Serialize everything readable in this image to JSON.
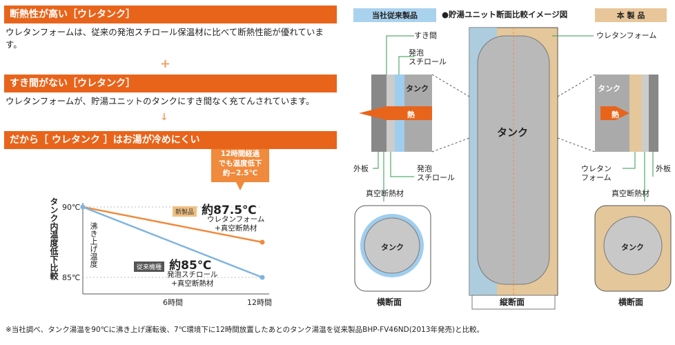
{
  "sections": [
    {
      "title": "断熱性が高い［ウレタンク］",
      "body": "ウレタンフォームは、従来の発泡スチロール保温材に比べて断熱性能が優れています。"
    },
    {
      "title": "すき間がない［ウレタンク］",
      "body": "ウレタンフォームが、貯湯ユニットのタンクにすき間なく充てんされています。"
    },
    {
      "title": "だから［ ウレタンク ］はお湯が冷めにくい"
    }
  ],
  "plus_symbol": "+",
  "arrow_symbol": "↓",
  "chart_data": {
    "type": "line",
    "ylabel": "タンク内温度低下比較",
    "y_ticks": [
      "90℃",
      "85℃"
    ],
    "x_ticks": [
      "6時間",
      "12時間"
    ],
    "x": [
      0,
      6,
      12
    ],
    "ylim": [
      85,
      90
    ],
    "inner_label": "沸き上げ温度",
    "series": [
      {
        "name": "新製品",
        "color": "#f08a3c",
        "values": [
          90,
          88.75,
          87.5
        ],
        "value_label": "約87.5℃",
        "note": "ウレタンフォーム\n+真空断熱材"
      },
      {
        "name": "従来機種",
        "color": "#7fb4de",
        "values": [
          90,
          87.5,
          85
        ],
        "value_label": "約85℃",
        "note": "発泡スチロール\n+真空断熱材"
      }
    ],
    "callout": "12時間経過\nでも温度低下\n約−2.5℃"
  },
  "diagram": {
    "title": "●貯湯ユニット断面比較イメージ図",
    "old_tag": "当社従来製品",
    "new_tag": "本 製 品",
    "labels": {
      "gap": "すき間",
      "styrofoam": "発泡\nスチロール",
      "urethane": "ウレタンフォーム",
      "tank": "タンク",
      "heat": "熱",
      "outer": "外板",
      "vacuum": "真空断熱材",
      "styrofoam2": "発泡\nスチロール",
      "urethane2": "ウレタン\nフォーム",
      "outer2": "外板",
      "vacuum2": "真空断熱材",
      "cross": "横断面",
      "vertical": "縦断面",
      "cross2": "横断面"
    },
    "colors": {
      "tag_old": "#a9d2ef",
      "tag_new": "#e8c69a",
      "urethane": "#e4c79a",
      "styro": "#9fcdee",
      "heat": "#e8641b",
      "line": "#2e9a4a"
    }
  },
  "footnote": "※当社調べ、タンク湯温を90℃に沸き上げ運転後、7℃環境下に12時間放置したあとのタンク湯温を従来製品BHP-FV46ND(2013年発売)と比較。"
}
